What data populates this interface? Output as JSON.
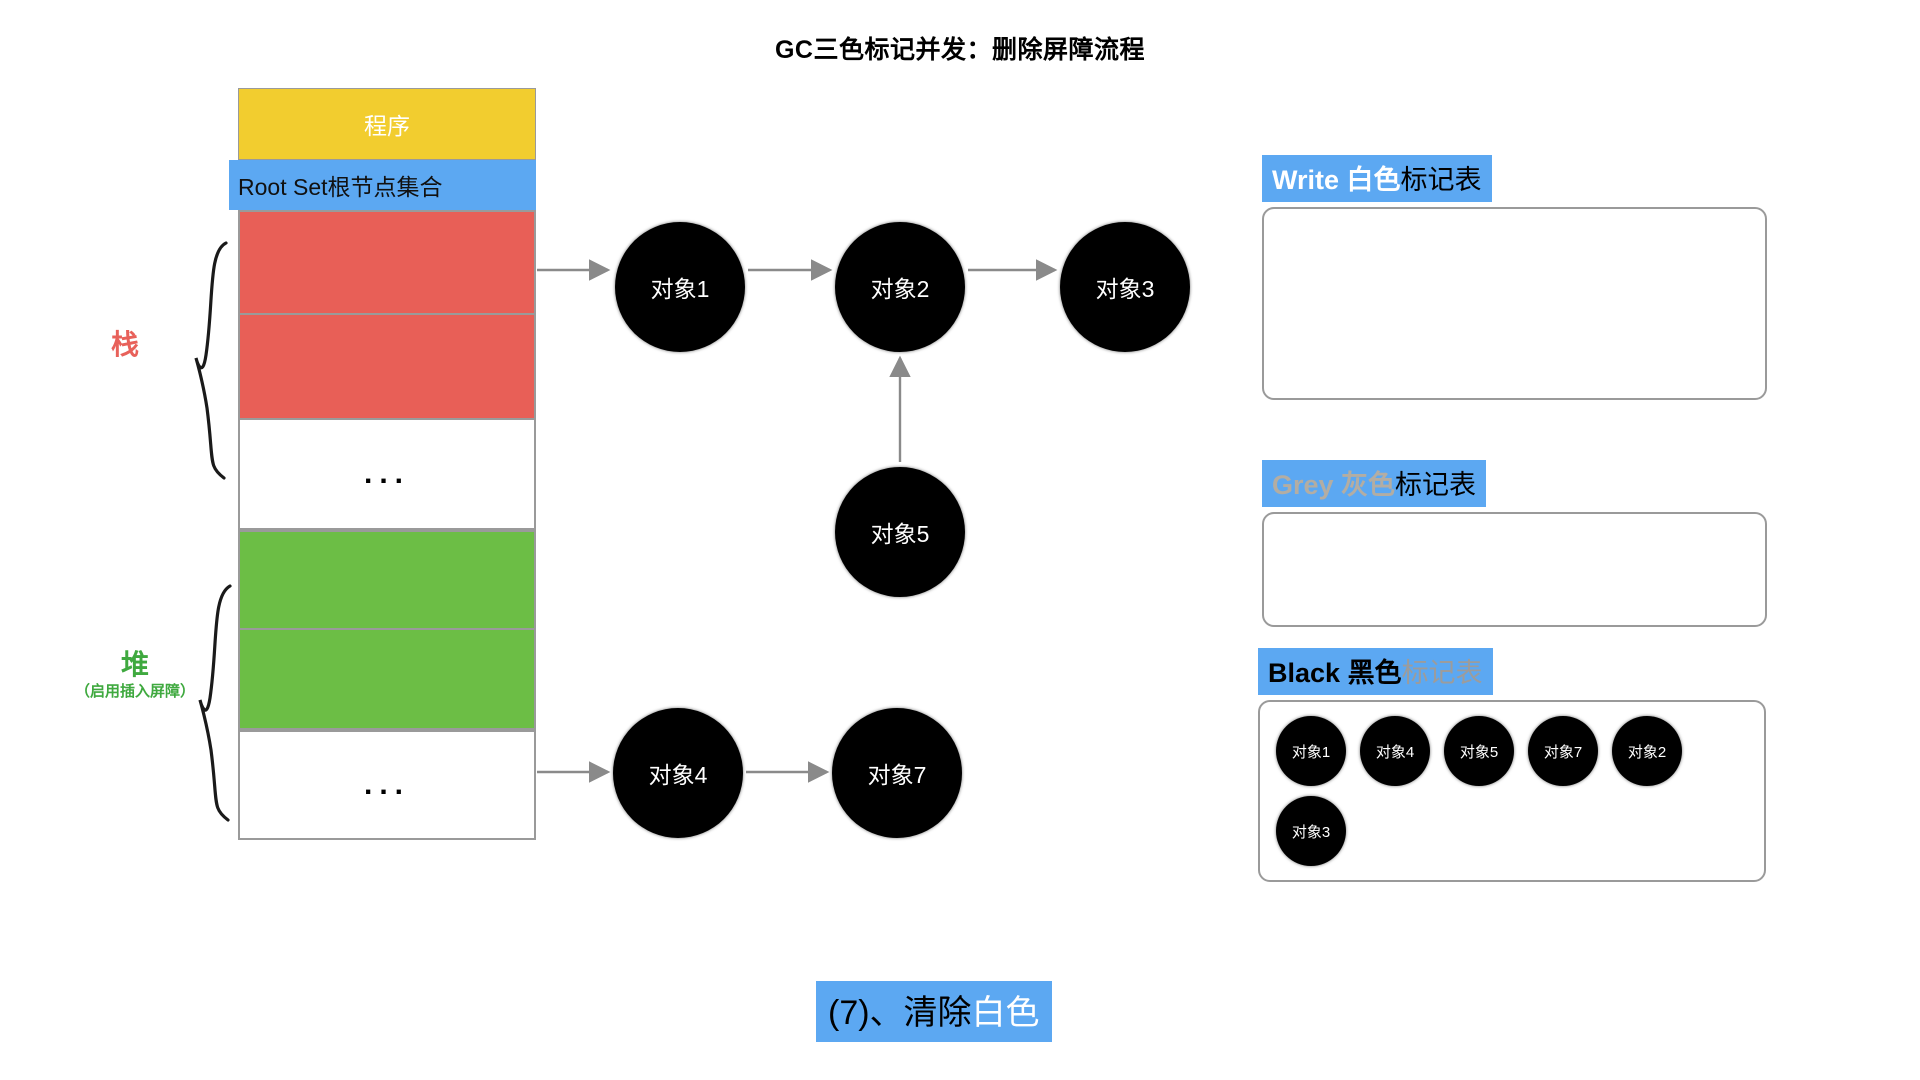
{
  "title": "GC三色标记并发：删除屏障流程",
  "memory": {
    "program_label": "程序",
    "root_set_label": "Root Set根节点集合",
    "dots": "...",
    "stack": {
      "name": "栈",
      "sub": ""
    },
    "heap": {
      "name": "堆",
      "sub": "（启用插入屏障）"
    }
  },
  "graph": {
    "nodes": [
      {
        "id": "obj1",
        "label": "对象1"
      },
      {
        "id": "obj2",
        "label": "对象2"
      },
      {
        "id": "obj3",
        "label": "对象3"
      },
      {
        "id": "obj5",
        "label": "对象5"
      },
      {
        "id": "obj4",
        "label": "对象4"
      },
      {
        "id": "obj7",
        "label": "对象7"
      }
    ]
  },
  "tables": [
    {
      "id": "write",
      "keyword": "Write ",
      "color_word": "白色",
      "tail": "标记表",
      "items": []
    },
    {
      "id": "grey",
      "keyword": "Grey ",
      "color_word": "灰色",
      "tail": "标记表",
      "items": []
    },
    {
      "id": "black",
      "keyword": "Black ",
      "color_word": "黑色",
      "tail": "标记表",
      "items": [
        "对象1",
        "对象4",
        "对象5",
        "对象7",
        "对象2",
        "对象3"
      ]
    }
  ],
  "caption": {
    "prefix": "(7)、清除",
    "highlight": "白色"
  },
  "colors": {
    "program": "#F2CD2F",
    "rootset": "#5CA8F2",
    "stack_cell": "#E85F57",
    "heap_cell": "#6CBE45",
    "node": "#000000",
    "arrow": "#8a8a8a",
    "stack_label": "#E8615A",
    "heap_label": "#3FA93F"
  }
}
